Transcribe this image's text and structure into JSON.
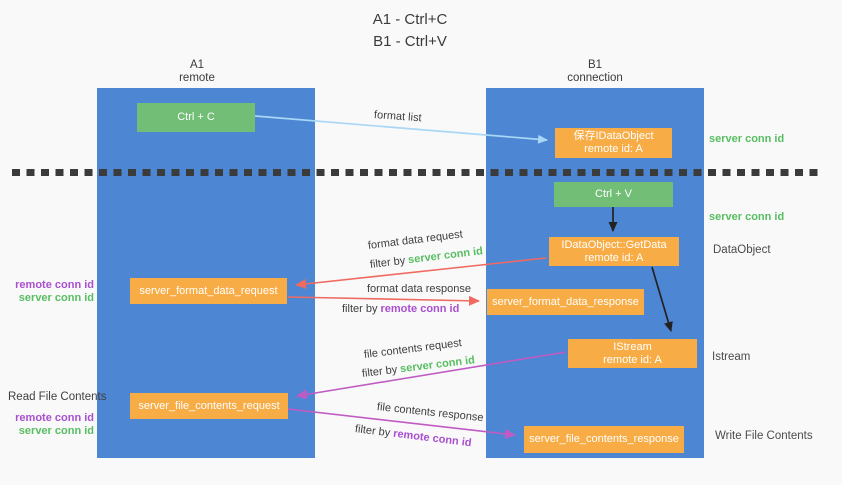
{
  "title": {
    "line1": "A1 - Ctrl+C",
    "line2": "B1 - Ctrl+V"
  },
  "columns": {
    "left": {
      "name": "A1",
      "role": "remote"
    },
    "right": {
      "name": "B1",
      "role": "connection"
    }
  },
  "nodes": {
    "ctrl_c": {
      "label": "Ctrl + C"
    },
    "save_idataobject": {
      "line1": "保存IDataObject",
      "line2": "remote id: A"
    },
    "ctrl_v": {
      "label": "Ctrl + V"
    },
    "getdata": {
      "line1": "IDataObject::GetData",
      "line2": "remote id: A"
    },
    "format_request": {
      "label": "server_format_data_request"
    },
    "format_response": {
      "label": "server_format_data_response"
    },
    "istream": {
      "line1": "IStream",
      "line2": "remote id: A"
    },
    "file_request": {
      "label": "server_file_contents_request"
    },
    "file_response": {
      "label": "server_file_contents_response"
    }
  },
  "arrow_labels": {
    "format_list": "format list",
    "format_data_request": "format data request",
    "format_data_response": "format data response",
    "file_contents_request": "file contents request",
    "file_contents_response": "file contents response",
    "filter_by": "filter by"
  },
  "side_labels": {
    "server_conn_id": "server conn id",
    "remote_conn_id": "remote conn id",
    "dataobject": "DataObject",
    "istream": "Istream",
    "read_file_contents": "Read File Contents",
    "write_file_contents": "Write File Contents"
  },
  "colors": {
    "column_blue": "#4D86D2",
    "box_orange": "#F8AC45",
    "box_green": "#72BE77",
    "server_conn_green": "#57BE61",
    "remote_conn_purple": "#A94FD0",
    "request_arrow_salmon": "#EF6A60",
    "file_arrow_magenta": "#C05BC4",
    "format_list_arrow_blue": "#A9D7F5",
    "black_arrow": "#222222",
    "background": "#F9F9F9"
  }
}
